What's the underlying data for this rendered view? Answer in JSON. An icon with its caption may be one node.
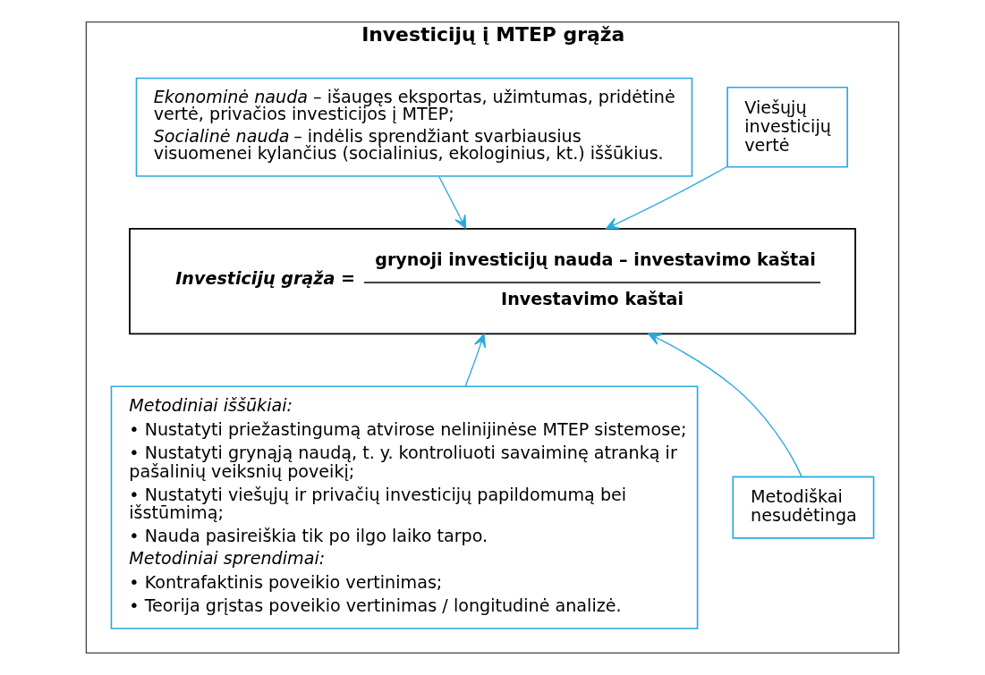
{
  "diagram": {
    "nodes": [
      {
        "text": [
          "Investicijų į MTEP grąža"
        ]
      },
      {
        "text": [
          "*Ekonominė nauda* – išaugęs eksportas, užimtumas, pridėtinė vertė, privačios investicijos į MTEP;",
          "*Socialinė nauda* – indėlis sprendžiant svarbiausius visuomenei kylančius (socialinius, ekologinius, kt.) iššūkius."
        ],
        "in": 0
      },
      {
        "text": [
          "Viešųjų investicijų vertė"
        ],
        "in": 0
      },
      {
        "text": [
          "Investicijų grąža =",
          "grynoji investicijų nauda – investavimo kaštai",
          "Investavimo kaštai"
        ],
        "in": 0
      },
      {
        "text": [
          "Metodiniai iššūkiai:",
          "• Nustatyti priežastingumą atvirose nelinijinėse MTEP sistemose;",
          "• Nustatyti grynąją naudą, t. y. kontroliuoti savaiminę atranką ir pašalinių veiksnių poveikį;",
          "• Nustatyti viešųjų ir privačių investicijų papildomumą bei išstūmimą;",
          "• Nauda pasireiškia tik po ilgo laiko tarpo.",
          "Metodiniai sprendimai:",
          "• Kontrafaktinis poveikio vertinimas;",
          "• Teorija grįstas poveikio vertinimas / longitudinė analizė."
        ],
        "in": 0
      },
      {
        "text": [
          "Metodiškai nesudėtinga"
        ],
        "in": 0
      }
    ],
    "edges": [
      {
        "from": 1,
        "to": 3,
        "arrow": "to"
      },
      {
        "from": 2,
        "to": 3,
        "arrow": "to"
      },
      {
        "from": 4,
        "to": 3,
        "arrow": "to"
      },
      {
        "from": 5,
        "to": 3,
        "arrow": "to"
      }
    ]
  }
}
